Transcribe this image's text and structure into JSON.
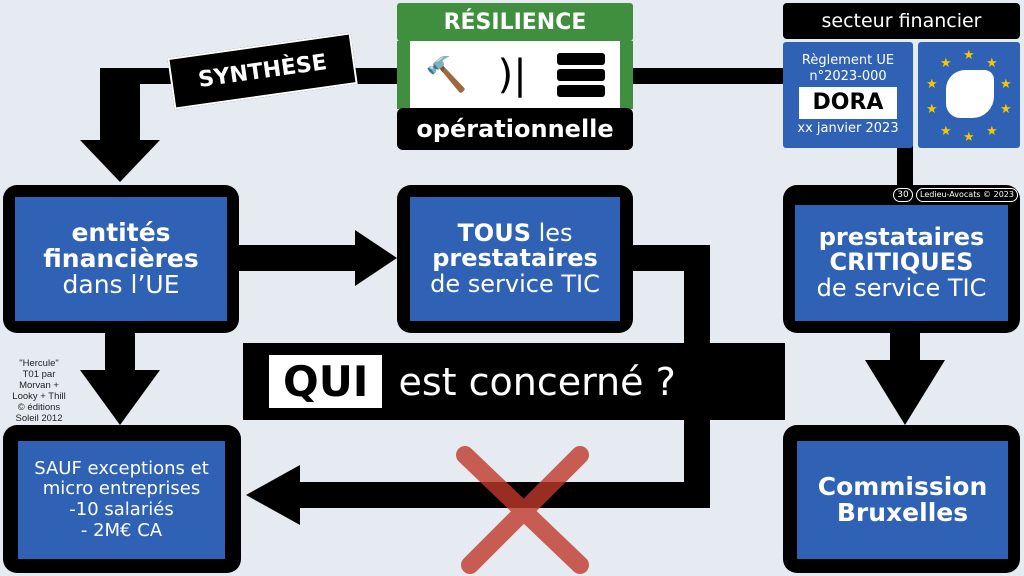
{
  "header": {
    "resilience": "RÉSILIENCE",
    "operationnelle": "opérationnelle",
    "synthese": "SYNTHÈSE",
    "secteur": "secteur financier"
  },
  "regulation": {
    "line1": "Règlement UE",
    "line2": "n°2023-000",
    "name": "DORA",
    "date": "xx janvier 2023"
  },
  "footer": {
    "page": "30",
    "copyright": "Ledieu-Avocats © 2023"
  },
  "boxes": {
    "entites": {
      "l1": "entités",
      "l2": "financières",
      "l3": "dans l’UE"
    },
    "tous": {
      "l1": "TOUS",
      "l1b": " les",
      "l2": "prestataires",
      "l3": "de service TIC"
    },
    "critiques": {
      "l1": "prestataires",
      "l2": "CRITIQUES",
      "l3": "de service TIC"
    },
    "sauf": {
      "l1": "SAUF exceptions et",
      "l2": "micro entreprises",
      "l3": "-10 salariés",
      "l4": "- 2M€ CA"
    },
    "commission": {
      "l1": "Commission",
      "l2": "Bruxelles"
    }
  },
  "banner": {
    "qui": "QUI",
    "rest": "est concerné ?"
  },
  "credit": {
    "l1": "\"Hercule\"",
    "l2": "T01 par",
    "l3": "Morvan +",
    "l4": "Looky + Thill",
    "l5": "© éditions",
    "l6": "Soleil 2012"
  },
  "colors": {
    "blue": "#2f62b5",
    "green": "#3f8f3f",
    "red": "#c0392b"
  }
}
